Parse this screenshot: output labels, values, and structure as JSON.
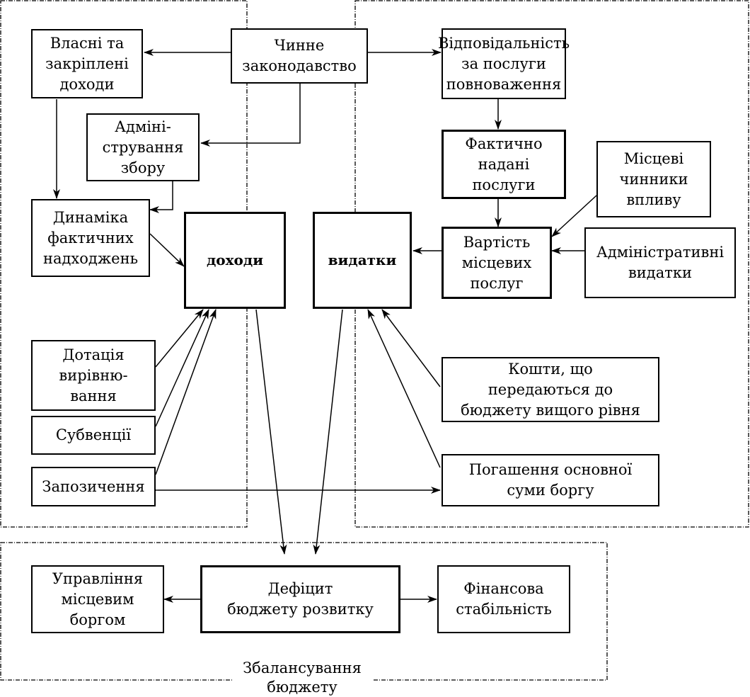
{
  "diagram": {
    "nodes": {
      "legislation": "Чинне\nзаконодавство",
      "own_revenues": "Власні та\nзакріплені\nдоходи",
      "collection_admin": "Адміні-\nстрування\nзбору",
      "revenue_dynamics": "Динаміка\nфактичних\nнадходжень",
      "revenues": "доходи",
      "expenditures": "видатки",
      "responsibility": "Відповідальність\nза послуги\nповноваження",
      "actual_services": "Фактично\nнадані\nпослуги",
      "local_factors": "Місцеві\nчинники\nвпливу",
      "service_cost": "Вартість\nмісцевих\nпослуг",
      "admin_expenses": "Адміністративні\nвидатки",
      "equalization_grant": "Дотація\nвирівню-\nвання",
      "subventions": "Субвенції",
      "borrowing": "Запозичення",
      "transfers_up": "Кошти, що\nпередаються до\nбюджету вищого рівня",
      "debt_repayment": "Погашення основної\nсуми боргу",
      "debt_management": "Управління\nмісцевим\nборгом",
      "development_deficit": "Дефіцит\nбюджету розвитку",
      "financial_stability": "Фінансова\nстабільність"
    },
    "groups": {
      "balancing": "Збалансування\nбюджету"
    }
  }
}
